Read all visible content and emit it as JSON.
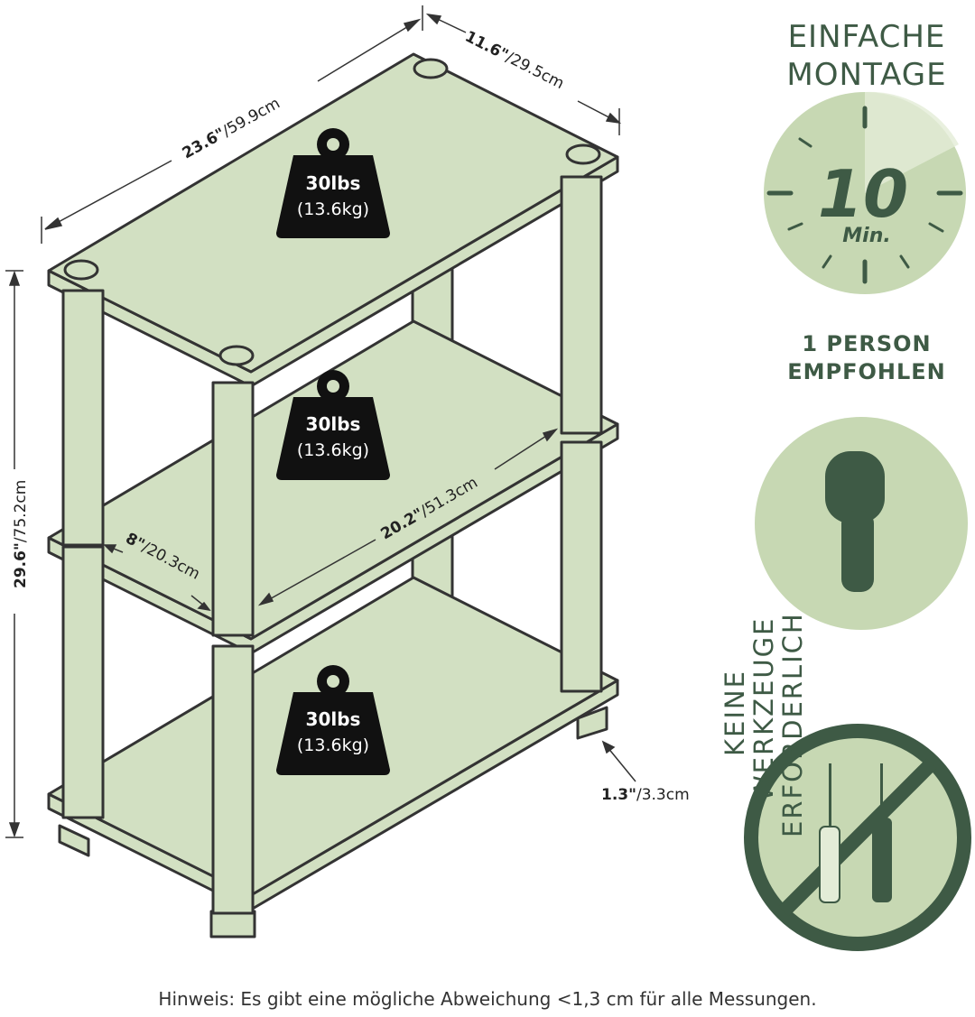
{
  "colors": {
    "shelf_fill": "#d2e0c2",
    "outline": "#333333",
    "dark_green": "#3e5a45",
    "circle_fill": "#c7d8b3",
    "weight_icon": "#111111"
  },
  "dimensions": {
    "width": {
      "in": "23.6\"",
      "cm": "/59.9cm"
    },
    "depth": {
      "in": "11.6\"",
      "cm": "/29.5cm"
    },
    "height": {
      "in": "29.6\"",
      "cm": "/75.2cm"
    },
    "inner_width": {
      "in": "20.2\"",
      "cm": "/51.3cm"
    },
    "inner_depth": {
      "in": "8\"",
      "cm": "/20.3cm"
    },
    "foot": {
      "in": "1.3\"",
      "cm": "/3.3cm"
    }
  },
  "weights": [
    {
      "lbs": "30lbs",
      "kg": "(13.6kg)"
    },
    {
      "lbs": "30lbs",
      "kg": "(13.6kg)"
    },
    {
      "lbs": "30lbs",
      "kg": "(13.6kg)"
    }
  ],
  "assembly": {
    "title_line1": "EINFACHE",
    "title_line2": "MONTAGE",
    "minutes": "10",
    "unit": "Min.",
    "icon": "clock-icon"
  },
  "person": {
    "line1": "1 PERSON",
    "line2": "EMPFOHLEN",
    "icon": "person-icon"
  },
  "tools": {
    "line1": "KEINE",
    "line2": "WERKZEUGE",
    "line3": "ERFORDERLICH",
    "icon": "no-tools-icon"
  },
  "note": "Hinweis: Es gibt eine mögliche Abweichung <1,3 cm für alle Messungen."
}
